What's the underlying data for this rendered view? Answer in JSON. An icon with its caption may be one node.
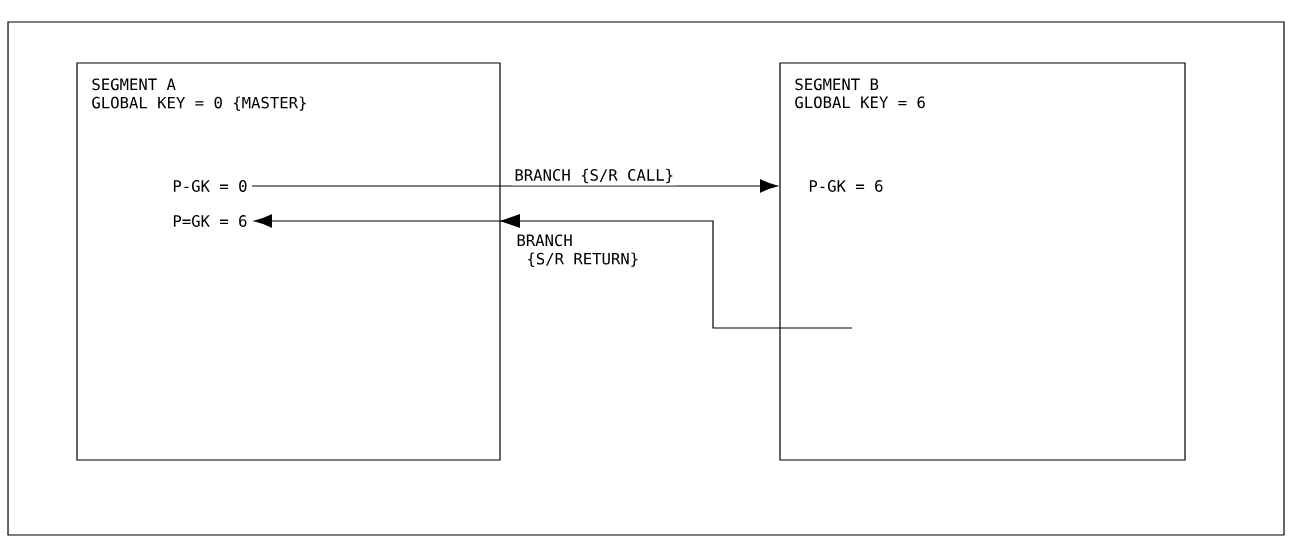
{
  "diagram": {
    "nodes": [
      {
        "text": [
          "SEGMENT A",
          "GLOBAL KEY = 0 {MASTER}"
        ]
      },
      {
        "text": [
          "P-GK = 0"
        ],
        "in": 0
      },
      {
        "text": [
          "P=GK = 6"
        ],
        "in": 0
      },
      {
        "text": [
          "SEGMENT B",
          "GLOBAL KEY = 6"
        ]
      },
      {
        "text": [
          "P-GK = 6"
        ],
        "in": 3
      }
    ],
    "edges": [
      {
        "from": 1,
        "to": 4,
        "arrow": "to",
        "label": "BRANCH {S/R CALL}"
      },
      {
        "from": null,
        "to": 2,
        "arrow": "to",
        "label": "BRANCH {S/R RETURN}"
      }
    ]
  }
}
